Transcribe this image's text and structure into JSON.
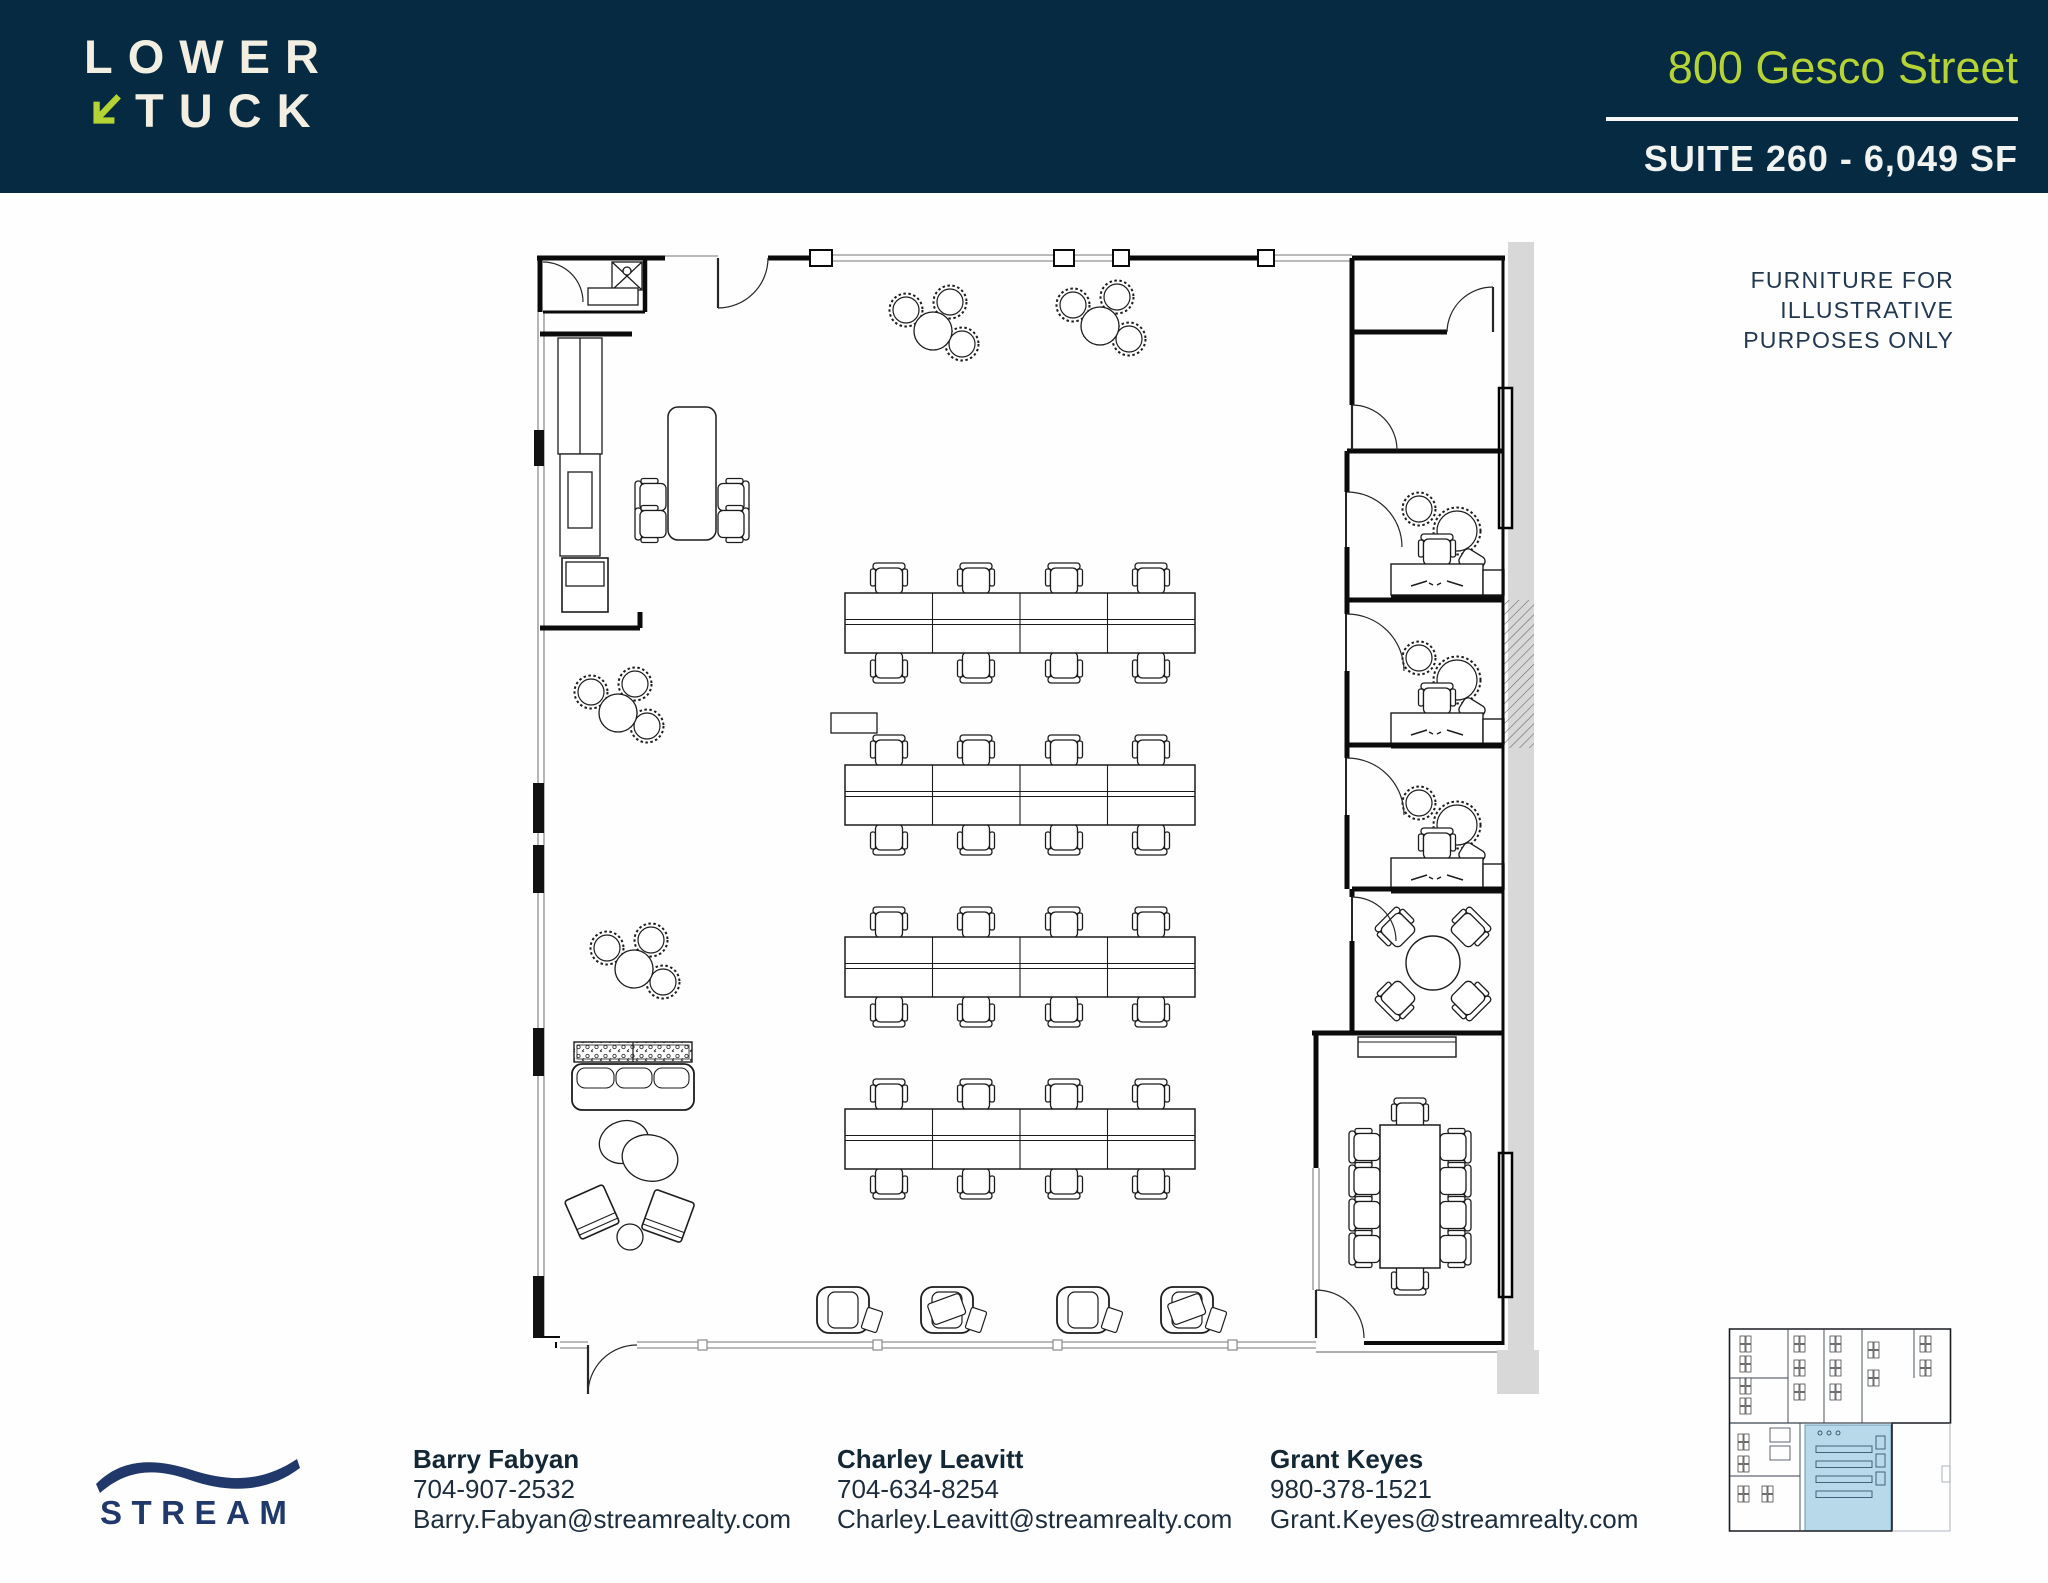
{
  "header": {
    "logo": {
      "line1": "LOWER",
      "line2": "TUCK"
    },
    "address": "800 Gesco Street",
    "suite": "SUITE 260 - 6,049 SF"
  },
  "note": {
    "lines": [
      "FURNITURE FOR",
      "ILLUSTRATIVE",
      "PURPOSES ONLY"
    ]
  },
  "contacts": [
    {
      "name": "Barry Fabyan",
      "phone": "704-907-2532",
      "email": "Barry.Fabyan@streamrealty.com"
    },
    {
      "name": "Charley Leavitt",
      "phone": "704-634-8254",
      "email": "Charley.Leavitt@streamrealty.com"
    },
    {
      "name": "Grant Keyes",
      "phone": "980-378-1521",
      "email": "Grant.Keyes@streamrealty.com"
    }
  ],
  "footer": {
    "brand": "STREAM"
  },
  "icons": {
    "logo_arrow": "arrow-down-left-icon",
    "stream_wave": "wave-swoosh-icon"
  },
  "colors": {
    "header_navy": "#052a42",
    "accent_green": "#b5d334",
    "logo_cream": "#f2efe2",
    "text_navy": "#223850",
    "stream_blue": "#21386a",
    "suite_highlight": "#b7d9ea",
    "plan_line": "#1c1c1c"
  }
}
